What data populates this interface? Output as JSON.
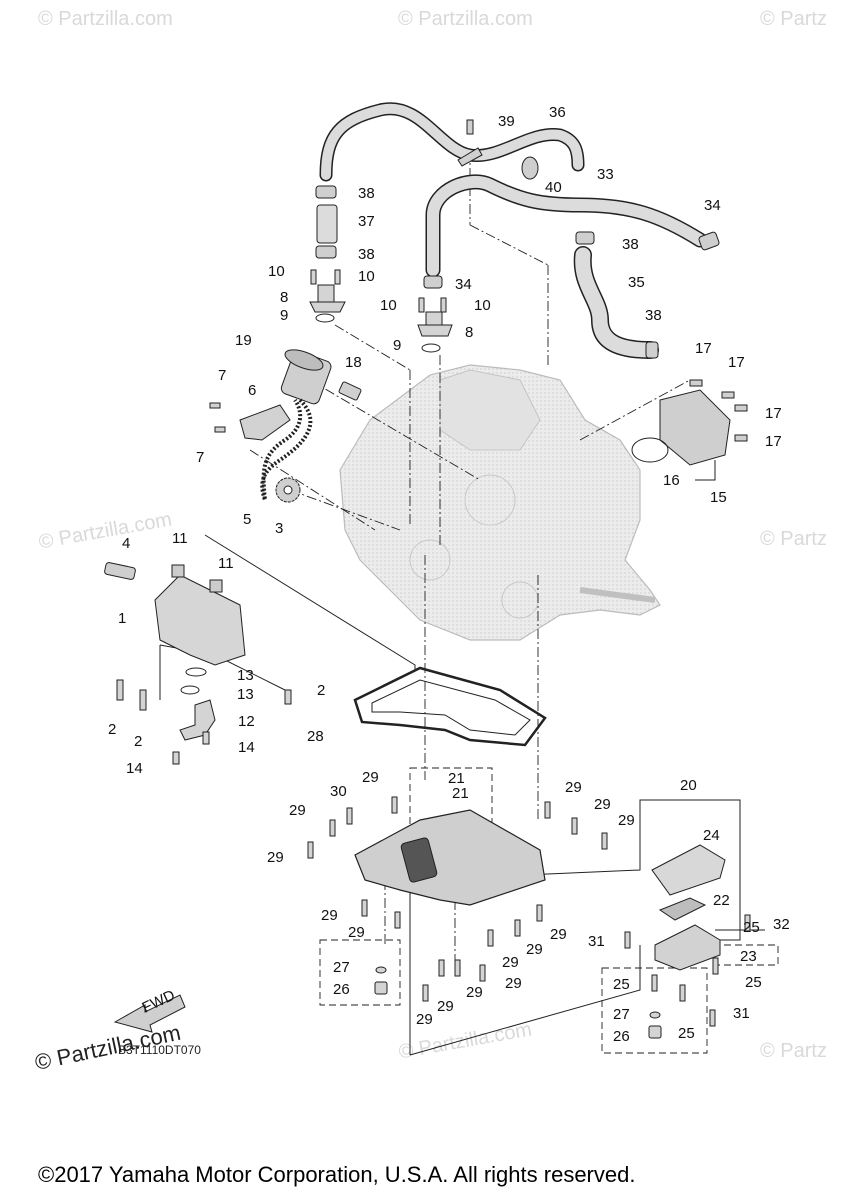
{
  "watermarks": {
    "text": "© Partzilla.com",
    "corner_text": "© Partz"
  },
  "diagram_code": "B3T1110DT070",
  "fwd_label": "FWD",
  "copyright": "©2017 Yamaha Motor Corporation, U.S.A. All rights reserved.",
  "callouts": [
    "1",
    "2",
    "3",
    "4",
    "5",
    "6",
    "7",
    "8",
    "9",
    "10",
    "11",
    "12",
    "13",
    "14",
    "15",
    "16",
    "17",
    "18",
    "19",
    "20",
    "21",
    "22",
    "23",
    "24",
    "25",
    "26",
    "27",
    "28",
    "29",
    "30",
    "31",
    "32",
    "33",
    "34",
    "35",
    "36",
    "37",
    "38",
    "39",
    "40"
  ],
  "colors": {
    "line": "#222222",
    "part_fill": "#d8d8d8",
    "engine_fill": "#e9e9e9",
    "watermark": "#d9d9d9"
  }
}
